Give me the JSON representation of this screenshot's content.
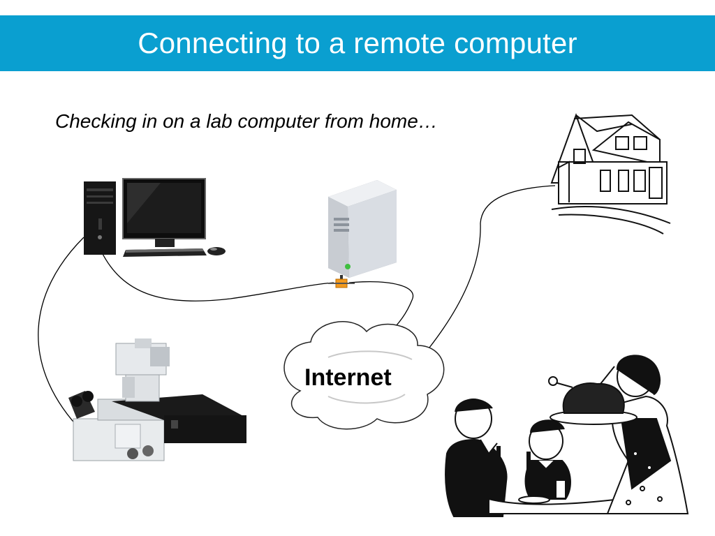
{
  "title": "Connecting to a remote computer",
  "subtitle": "Checking in on a lab computer from home…",
  "colors": {
    "title_bar": "#0a9fd0",
    "title_text": "#ffffff",
    "server_body": "#d9dde3",
    "connector": "#f39a1e",
    "status_led": "#3fbf3f"
  },
  "nodes": [
    {
      "id": "lab-computer",
      "icon": "desktop-computer-icon"
    },
    {
      "id": "server",
      "icon": "server-tower-icon"
    },
    {
      "id": "internet",
      "icon": "cloud-icon",
      "label": "Internet"
    },
    {
      "id": "home",
      "icon": "house-icon"
    },
    {
      "id": "microscope",
      "icon": "microscope-icon"
    },
    {
      "id": "family-dinner",
      "icon": "family-dinner-icon"
    }
  ],
  "links": [
    {
      "from": "lab-computer",
      "to": "microscope"
    },
    {
      "from": "lab-computer",
      "to": "server"
    },
    {
      "from": "server",
      "to": "internet"
    },
    {
      "from": "internet",
      "to": "home"
    }
  ]
}
